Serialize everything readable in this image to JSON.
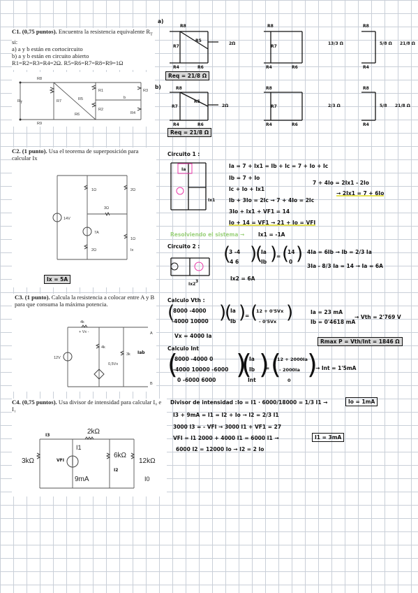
{
  "c1": {
    "title": "C1. (0,75 puntos).",
    "statement": "Encuentra la resistencia equivalente R",
    "sub": "T",
    "si": " si:",
    "item_a": "a) a y b están en cortocircuito",
    "item_b": "b) a y b están en circuito abierto",
    "values": "R1=R2=R3=R4=2Ω. R5=R6=R7=R8=R9=1Ω",
    "label_a": "a)",
    "label_b": "b)",
    "req_a": "Req = 21/8 Ω",
    "req_b": "Req = 21/8 Ω",
    "step_a": [
      "2Ω",
      "13/3 Ω",
      "5/8 Ω",
      "21/8 Ω"
    ],
    "step_b": [
      "2Ω",
      "2/3 Ω",
      "5/8",
      "21/8 Ω"
    ],
    "res_labels": [
      "R8",
      "R7",
      "R5",
      "R4",
      "R6",
      "R9"
    ]
  },
  "c2": {
    "title": "C2. (1 punto).",
    "statement": "Usa el teorema de superposición para calcular Ix",
    "circ_labels": [
      "1Ω",
      "2Ω",
      "3Ω",
      "14V",
      "7A",
      "1Ω",
      "2Ω",
      "Ix"
    ],
    "answer": "Ix = 5A",
    "circuito1": "Circuito 1 :",
    "circuito2": "Circuito 2 :",
    "eqs1": [
      "Ia = 7 + Ix1 = Ib + Ic = 7 + Io + Ic",
      "Ib = 7 + Io",
      "Ic + Io + Ix1",
      "Ib + 3Io = 2Ic  →  7 + 4Io = 2Ic",
      "3Io + Ix1 + VF1 = 14",
      "Io + 14 = VF1  →  21 + Io = VFI"
    ],
    "side1": "7 + 4Io = 2Ix1 - 2Io",
    "side2": "→ 2Ix1 = 7 + 6Io",
    "resolviendo": "Resolviendo el sistema →",
    "ix1": "Ix1 = -1A",
    "matrix2": [
      "3  -4",
      "-4  6"
    ],
    "vec2": [
      "Ia",
      "Ib"
    ],
    "rhs2": [
      "14",
      "0"
    ],
    "eq2a": "4Ia = 6Ib → Ib = 2/3 Ia",
    "eq2b": "3Ia - 8/3 Ia = 14 → Ia = 6A",
    "ix2": "Ix2 = 6A"
  },
  "c3": {
    "title": "C3. (1 punto).",
    "statement": "Calcula la resistencia a colocar entre A y B para que consuma la máxima potencia.",
    "circ_labels": [
      "4k",
      "+ Vx -",
      "12V",
      "4k",
      "0,5Vx",
      "3k",
      "A",
      "B",
      "Iab"
    ],
    "calc_vth": "Calculo Vth :",
    "m1": [
      "8000  -4000",
      "-4000  10000"
    ],
    "v1": [
      "Ia",
      "Ib"
    ],
    "r1": [
      "12 + 0'5Vx",
      "- 0'5Vx"
    ],
    "ia": "Ia = 23 mA",
    "ib": "Ib = 0'4618 mA",
    "vth": "→ Vth = 2'769 V",
    "vx": "Vx = 4000 Ia",
    "rmax": "Rmax P = Vth/Int = 1846 Ω",
    "calc_int": "Calculo Int",
    "m2": [
      "8000  -4000  0",
      "-4000  10000  -6000",
      "0  -6000  6000"
    ],
    "v2": [
      "Ia",
      "Ib",
      "Int"
    ],
    "r2": [
      "12 + 2000Ia",
      "- 2000Ia",
      "0"
    ],
    "int": "→ Int = 1'5mA"
  },
  "c4": {
    "title": "C4. (0,75 puntos).",
    "statement": "Usa divisor de intensidad para calcular I₀ e I₁",
    "circ_labels": [
      "2kΩ",
      "I1",
      "3kΩ",
      "9mA",
      "6kΩ",
      "12kΩ",
      "I0",
      "I3",
      "VFI",
      "I2"
    ],
    "divisor": "Divisor de intensidad :",
    "div_eq": "Io = I1 · 6000/18000 = 1/3 I1 →",
    "io": "Io = 1mA",
    "eq_a": "I3 + 9mA = I1 = I2 + Io  →  I2 = 2/3 I1",
    "eq_b": "3000 I3 = - VFI  →  3000 I1 + VF1 = 27",
    "eq_c": "VFI = I1 2000 + 4000 I1 = 6000 I1 →",
    "i1": "I1 = 3mA",
    "eq_d": "6000 I2 = 12000 Io → I2 = 2 Io"
  }
}
